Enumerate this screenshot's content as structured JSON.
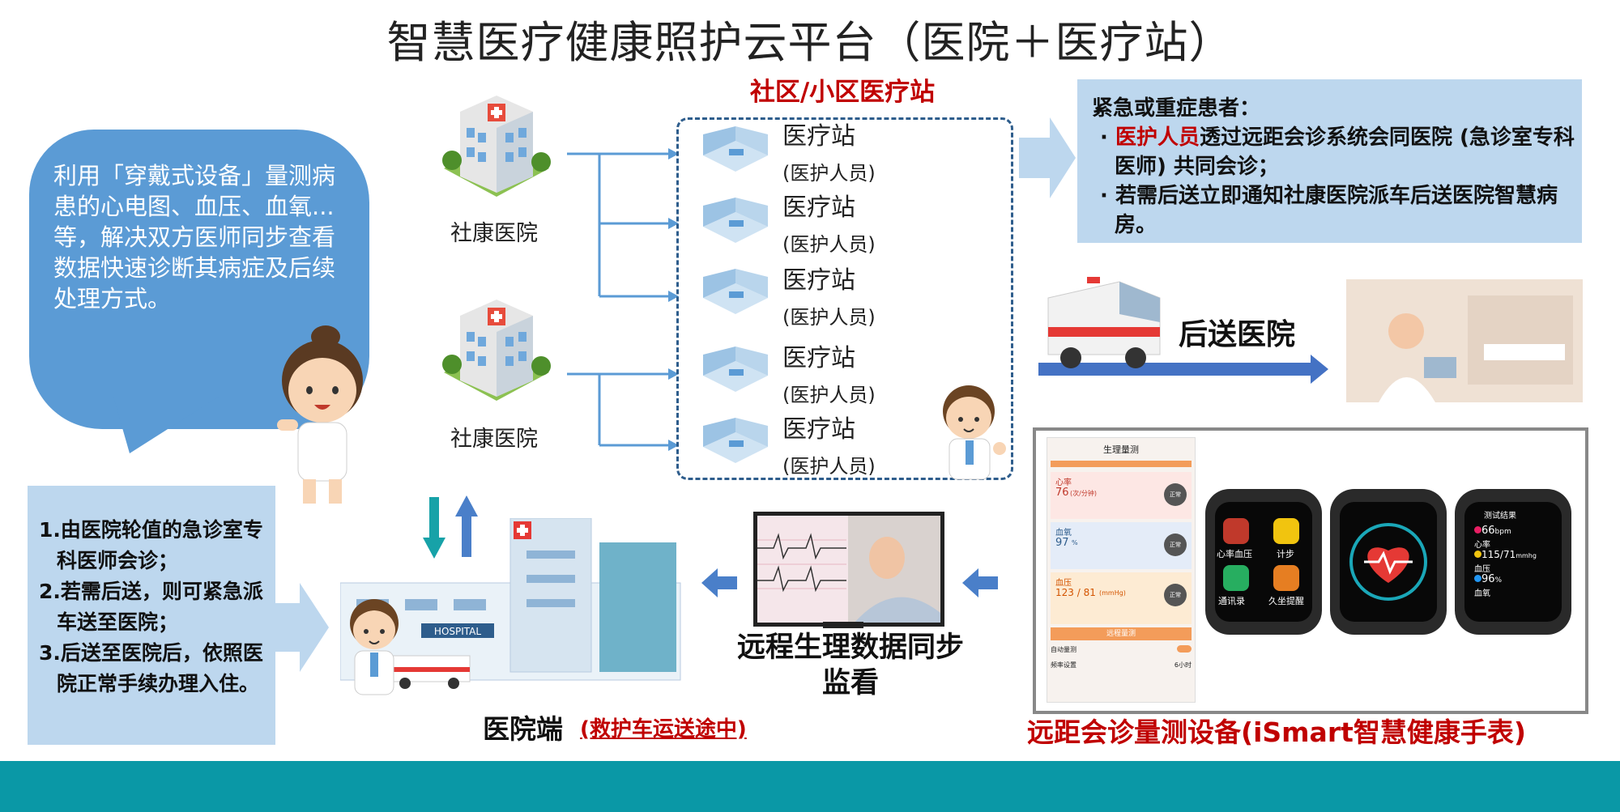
{
  "title": "智慧医疗健康照护云平台（医院＋医疗站）",
  "speech_bubble": "利用「穿戴式设备」量测病患的心电图、血压、血氧...等，解决双方医师同步查看数据快速诊断其病症及后续处理方式。",
  "hospitals": [
    "社康医院",
    "社康医院"
  ],
  "station_header": "社区/小区医疗站",
  "stations": [
    {
      "name": "医疗站",
      "staff": "(医护人员)"
    },
    {
      "name": "医疗站",
      "staff": "(医护人员)"
    },
    {
      "name": "医疗站",
      "staff": "(医护人员)"
    },
    {
      "name": "医疗站",
      "staff": "(医护人员)"
    },
    {
      "name": "医疗站",
      "staff": "(医护人员)"
    }
  ],
  "emergency": {
    "heading": "紧急或重症患者：",
    "item1_red": "医护人员",
    "item1_rest": "透过远距会诊系统会同医院 (急诊室专科医师) 共同会诊；",
    "item2": "若需后送立即通知社康医院派车后送医院智慧病房。"
  },
  "send_label": "后送医院",
  "left_box": [
    "1.由医院轮值的急诊室专科医师会诊；",
    "2.若需后送，则可紧急派车送至医院；",
    "3.后送至医院后，依照医院正常手续办理入住。"
  ],
  "monitor_label": "远程生理数据同步监看",
  "hospital_end": "医院端",
  "hospital_end_sub": "(救护车运送途中)",
  "hospital_sign": "HOSPITAL",
  "device_label": "远距会诊量测设备(iSmart智慧健康手表)",
  "phone": {
    "title": "生理量测",
    "heart_label": "心率",
    "heart_value": "76",
    "heart_unit": "(次/分钟)",
    "spo2_label": "血氧",
    "spo2_value": "97",
    "spo2_unit": "%",
    "bp_label": "血压",
    "bp_value": "123 / 81",
    "bp_unit": "(mmHg)",
    "status": "正常",
    "remote_btn": "远程量测",
    "auto_label": "自动量测",
    "freq_label": "频率设置",
    "freq_value": "6小时"
  },
  "watch2": {
    "items": [
      "心率血压",
      "计步",
      "通讯录",
      "久坐提醒"
    ]
  },
  "watch3": {
    "title": "测试结果",
    "hr_value": "66",
    "hr_unit": "bpm",
    "hr_label": "心率",
    "bp_value": "115/71",
    "bp_unit": "mmhg",
    "bp_label": "血压",
    "spo2_value": "96",
    "spo2_unit": "%",
    "spo2_label": "血氧"
  },
  "colors": {
    "band": "#0a98a6",
    "bubble": "#5b9bd5",
    "light_box": "#bdd7ee",
    "accent_red": "#c00000",
    "arrow_blue": "#4a7fc9"
  }
}
